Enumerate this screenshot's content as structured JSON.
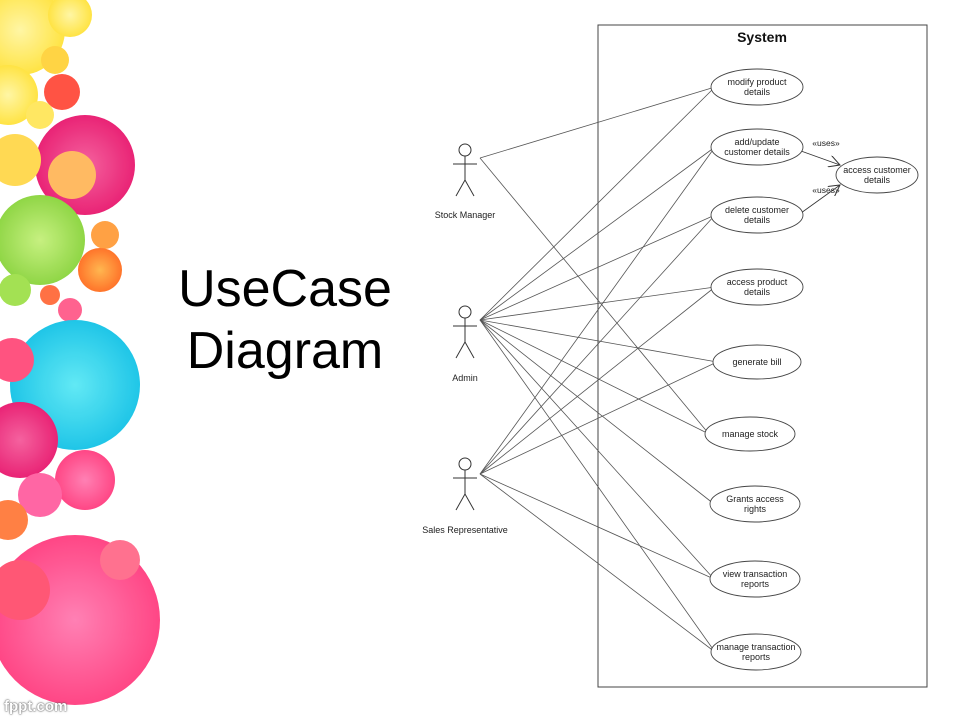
{
  "slide": {
    "title_line1": "UseCase",
    "title_line2": "Diagram",
    "watermark": "fppt.com"
  },
  "diagram": {
    "system_label": "System",
    "actors": [
      {
        "id": "stock-manager",
        "label": "Stock Manager"
      },
      {
        "id": "admin",
        "label": "Admin"
      },
      {
        "id": "sales-representative",
        "label": "Sales Representative"
      }
    ],
    "use_cases": [
      {
        "id": "modify-product-details",
        "lines": [
          "modify product",
          "details"
        ]
      },
      {
        "id": "add-update-customer-details",
        "lines": [
          "add/update",
          "customer details"
        ]
      },
      {
        "id": "delete-customer-details",
        "lines": [
          "delete customer",
          "details"
        ]
      },
      {
        "id": "access-product-details",
        "lines": [
          "access product",
          "details"
        ]
      },
      {
        "id": "generate-bill",
        "lines": [
          "generate bill"
        ]
      },
      {
        "id": "manage-stock",
        "lines": [
          "manage stock"
        ]
      },
      {
        "id": "grants-access-rights",
        "lines": [
          "Grants access",
          "rights"
        ]
      },
      {
        "id": "view-transaction-reports",
        "lines": [
          "view transaction",
          "reports"
        ]
      },
      {
        "id": "manage-transaction-reports",
        "lines": [
          "manage transaction",
          "reports"
        ]
      },
      {
        "id": "access-customer-details",
        "lines": [
          "access customer",
          "details"
        ]
      }
    ],
    "associations": [
      [
        "stock-manager",
        "modify-product-details"
      ],
      [
        "stock-manager",
        "manage-stock"
      ],
      [
        "admin",
        "modify-product-details"
      ],
      [
        "admin",
        "add-update-customer-details"
      ],
      [
        "admin",
        "delete-customer-details"
      ],
      [
        "admin",
        "access-product-details"
      ],
      [
        "admin",
        "generate-bill"
      ],
      [
        "admin",
        "manage-stock"
      ],
      [
        "admin",
        "grants-access-rights"
      ],
      [
        "admin",
        "view-transaction-reports"
      ],
      [
        "admin",
        "manage-transaction-reports"
      ],
      [
        "sales-representative",
        "add-update-customer-details"
      ],
      [
        "sales-representative",
        "delete-customer-details"
      ],
      [
        "sales-representative",
        "access-product-details"
      ],
      [
        "sales-representative",
        "generate-bill"
      ],
      [
        "sales-representative",
        "view-transaction-reports"
      ],
      [
        "sales-representative",
        "manage-transaction-reports"
      ]
    ],
    "stereotypes": [
      {
        "from": "add-update-customer-details",
        "to": "access-customer-details",
        "label": "«uses»"
      },
      {
        "from": "delete-customer-details",
        "to": "access-customer-details",
        "label": "«uses»"
      }
    ]
  }
}
